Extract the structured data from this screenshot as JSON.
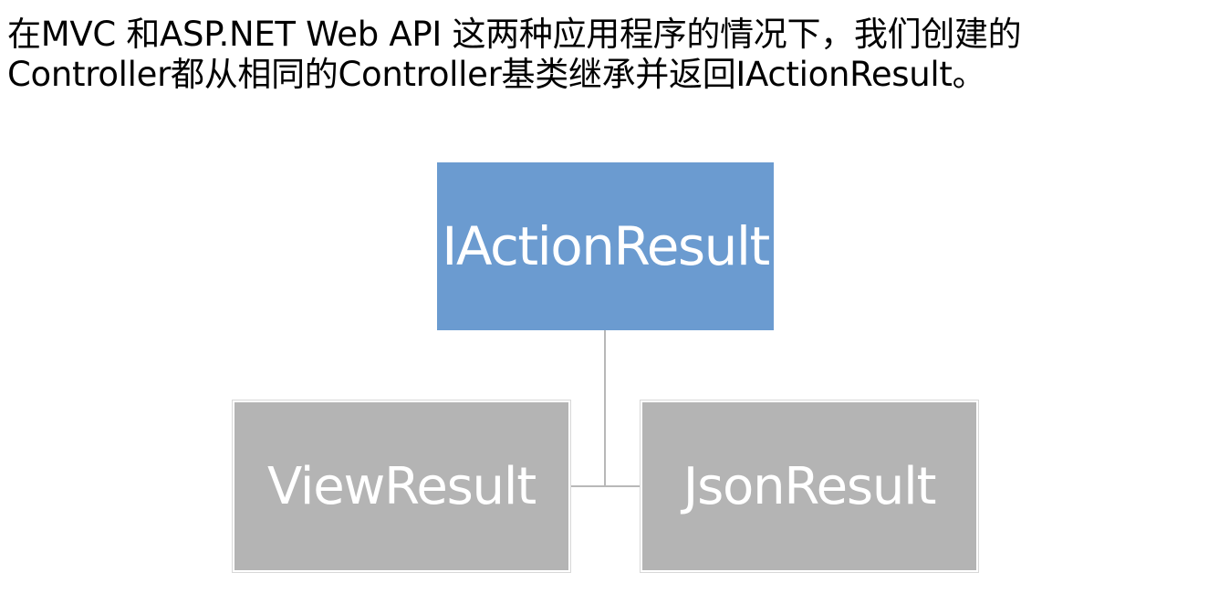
{
  "header": {
    "line1": "在MVC 和ASP.NET Web API 这两种应用程序的情况下，我们创建的",
    "line2": "Controller都从相同的Controller基类继承并返回IActionResult。"
  },
  "diagram": {
    "root": {
      "label": "IActionResult",
      "color": "#6b9bd0"
    },
    "children": [
      {
        "label": "ViewResult",
        "color": "#b4b4b4"
      },
      {
        "label": "JsonResult",
        "color": "#b4b4b4"
      }
    ],
    "connector_color": "#b8b8b8"
  }
}
